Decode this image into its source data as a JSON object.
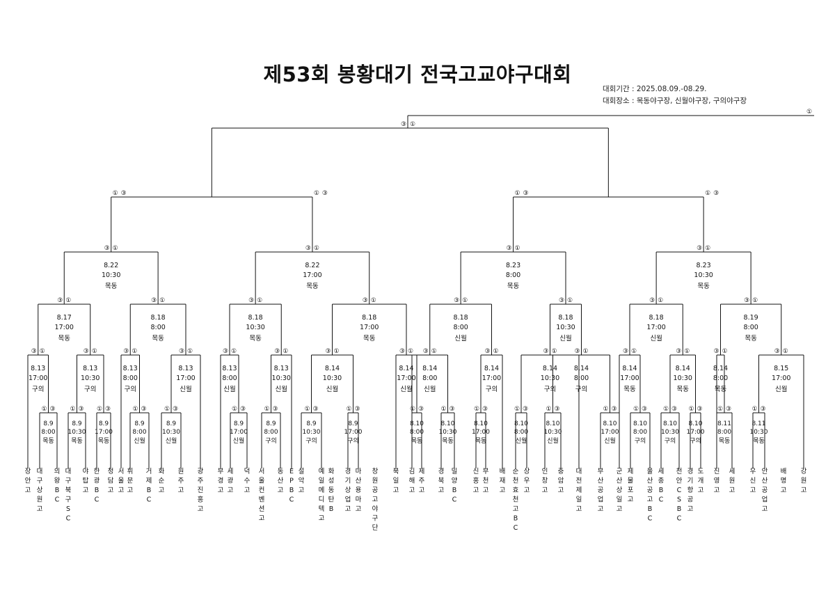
{
  "title": "제53회 봉황대기 전국고교야구대회",
  "period": "대회기간 : 2025.08.09.-08.29.",
  "venues": "대회장소 : 목동야구장, 신월야구장, 구의야구장",
  "r1_matches": [
    {
      "date": "8.9",
      "time": "8:00",
      "venue": "목동"
    },
    {
      "date": "8.9",
      "time": "10:30",
      "venue": "목동"
    },
    {
      "date": "8.9",
      "time": "17:00",
      "venue": "목동"
    },
    {
      "date": "8.9",
      "time": "8:00",
      "venue": "신월"
    },
    {
      "date": "8.9",
      "time": "10:30",
      "venue": "신월"
    },
    {
      "date": "8.9",
      "time": "17:00",
      "venue": "신월"
    },
    {
      "date": "8.9",
      "time": "8:00",
      "venue": "구의"
    },
    {
      "date": "8.9",
      "time": "10:30",
      "venue": "구의"
    },
    {
      "date": "8.9",
      "time": "17:00",
      "venue": "구의"
    },
    {
      "date": "8.10",
      "time": "8:00",
      "venue": "목동"
    },
    {
      "date": "8.10",
      "time": "10:30",
      "venue": "목동"
    },
    {
      "date": "8.10",
      "time": "17:00",
      "venue": "목동"
    },
    {
      "date": "8.10",
      "time": "8:00",
      "venue": "신월"
    },
    {
      "date": "8.10",
      "time": "10:30",
      "venue": "신월"
    },
    {
      "date": "8.10",
      "time": "17:00",
      "venue": "신월"
    },
    {
      "date": "8.10",
      "time": "8:00",
      "venue": "구의"
    },
    {
      "date": "8.10",
      "time": "10:30",
      "venue": "구의"
    },
    {
      "date": "8.10",
      "time": "17:00",
      "venue": "구의"
    },
    {
      "date": "8.11",
      "time": "8:00",
      "venue": "목동"
    },
    {
      "date": "8.11",
      "time": "10:30",
      "venue": "목동"
    }
  ],
  "r2_matches": [
    {
      "date": "8.13",
      "time": "17:00",
      "venue": "구의"
    },
    {
      "date": "8.13",
      "time": "10:30",
      "venue": "구의"
    },
    {
      "date": "8.13",
      "time": "8:00",
      "venue": "구의"
    },
    {
      "date": "8.13",
      "time": "17:00",
      "venue": "신월"
    },
    {
      "date": "8.13",
      "time": "8:00",
      "venue": "신월"
    },
    {
      "date": "8.13",
      "time": "10:30",
      "venue": "신월"
    },
    {
      "date": "8.14",
      "time": "10:30",
      "venue": "신월"
    },
    {
      "date": "8.14",
      "time": "17:00",
      "venue": "신월"
    },
    {
      "date": "8.14",
      "time": "8:00",
      "venue": "신월"
    },
    {
      "date": "8.14",
      "time": "17:00",
      "venue": "구의"
    },
    {
      "date": "8.14",
      "time": "10:30",
      "venue": "구의"
    },
    {
      "date": "8.14",
      "time": "8:00",
      "venue": "구의"
    },
    {
      "date": "8.14",
      "time": "17:00",
      "venue": "목동"
    },
    {
      "date": "8.14",
      "time": "10:30",
      "venue": "목동"
    },
    {
      "date": "8.14",
      "time": "8:00",
      "venue": "목동"
    },
    {
      "date": "8.15",
      "time": "17:00",
      "venue": "신월"
    }
  ],
  "r3_matches": [
    {
      "date": "8.17",
      "time": "17:00",
      "venue": "목동"
    },
    {
      "date": "8.18",
      "time": "8:00",
      "venue": "목동"
    },
    {
      "date": "8.18",
      "time": "10:30",
      "venue": "목동"
    },
    {
      "date": "8.18",
      "time": "17:00",
      "venue": "목동"
    },
    {
      "date": "8.18",
      "time": "8:00",
      "venue": "신월"
    },
    {
      "date": "8.18",
      "time": "10:30",
      "venue": "신월"
    },
    {
      "date": "8.18",
      "time": "17:00",
      "venue": "신월"
    },
    {
      "date": "8.19",
      "time": "8:00",
      "venue": "목동"
    }
  ],
  "qf_matches": [
    {
      "date": "8.22",
      "time": "10:30",
      "venue": "목동"
    },
    {
      "date": "8.22",
      "time": "17:00",
      "venue": "목동"
    },
    {
      "date": "8.23",
      "time": "8:00",
      "venue": "목동"
    },
    {
      "date": "8.23",
      "time": "10:30",
      "venue": "목동"
    }
  ],
  "teams": [
    "장안고",
    "대구상원고",
    "의왕BC",
    "대구북구SC",
    "야탑고",
    "한광BC",
    "청담고",
    "서울고",
    "휘문고",
    "거제BC",
    "화순고",
    "원주고",
    "광주진흥고",
    "부경고",
    "세광고",
    "덕수고",
    "서울컨벤션고",
    "동산고",
    "EPBC",
    "설악고",
    "예일메디텍고",
    "화성동탄B",
    "경기상업고",
    "마산용마고",
    "창원공고야구단",
    "북일고",
    "김해고",
    "제주고",
    "경북고",
    "밀양BC",
    "신흥고",
    "부천고",
    "배재고",
    "순천효천고BC",
    "상우고",
    "인창고",
    "충암고",
    "대전제일고",
    "부산공업고",
    "군산상일고",
    "제물포고",
    "울산공고BC",
    "세종BC",
    "천안CSBC",
    "경기항공고",
    "도개고",
    "진영고",
    "세원고",
    "우신고",
    "안산공업고",
    "배명고",
    "강원고"
  ],
  "markers": {
    "home": "①",
    "away": "③"
  }
}
